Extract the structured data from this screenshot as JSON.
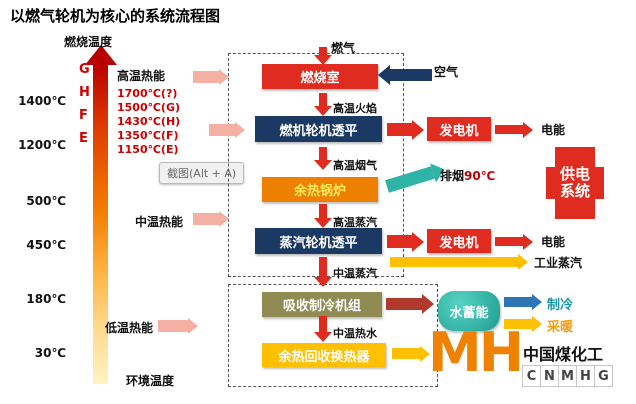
{
  "title": "以燃气轮机为核心的系统流程图",
  "colors": {
    "box_red": "#e02b20",
    "box_navy": "#1b3a63",
    "box_orange": "#ee8000",
    "box_yellow": "#ffc000",
    "box_olive": "#8f8b52",
    "storage_teal": "#2fb3a6",
    "scale_top_red": "#b80000",
    "logo_orange": "#ef8200"
  },
  "scale": {
    "combustion_label": "燃烧温度",
    "ambient_label": "环境温度",
    "letters": [
      "G",
      "H",
      "F",
      "E"
    ],
    "axis_temps": [
      "1400℃",
      "1200℃",
      "500℃",
      "450℃",
      "180℃",
      "30℃"
    ],
    "high_zone": "高温热能",
    "mid_zone": "中温热能",
    "low_zone": "低温热能",
    "class_temps": [
      "1700℃(?)",
      "1500℃(G)",
      "1430℃(H)",
      "1350℃(F)",
      "1150℃(E)"
    ]
  },
  "tooltip": "截图(Alt + A)",
  "nodes": {
    "combustor": "燃烧室",
    "gas_turbine": "燃机轮机透平",
    "boiler": "余热锅炉",
    "steam_turbine": "蒸汽轮机透平",
    "chiller": "吸收制冷机组",
    "exchanger": "余热回收换热器",
    "generator_top": "发电机",
    "generator_bottom": "发电机",
    "water_storage": "水蓄能",
    "power_system_line1": "供电",
    "power_system_line2": "系统"
  },
  "labels": {
    "fuel": "燃气",
    "air": "空气",
    "flame": "高温火焰",
    "flue_gas": "高温烟气",
    "exhaust": "排烟",
    "exhaust_temp": "90℃",
    "ht_steam": "高温蒸汽",
    "mt_steam": "中温蒸汽",
    "electric_top": "电能",
    "electric_bottom": "电能",
    "industrial_steam": "工业蒸汽",
    "cooling": "制冷",
    "heating": "采暖",
    "mt_water": "中温热水"
  },
  "logo": {
    "mark": "MH",
    "name": "中国煤化工",
    "letters": [
      "C",
      "N",
      "M",
      "H",
      "G"
    ]
  }
}
